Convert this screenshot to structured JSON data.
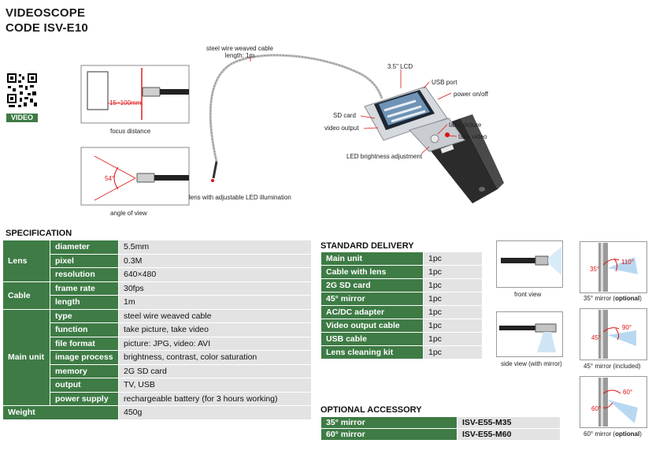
{
  "header": {
    "title_line1": "VIDEOSCOPE",
    "title_line2": "CODE ISV-E10"
  },
  "qr": {
    "badge": "VIDEO"
  },
  "diagram": {
    "cable_label": "steel wire weaved cable\nlength: 1m",
    "lcd": "3.5\" LCD",
    "usb": "USB port",
    "power": "power on/off",
    "sd": "SD card",
    "video_out": "video output",
    "take_picture": "take picture",
    "take_video": "take video",
    "led": "LED brightness adjustment",
    "lens": "lens with adjustable LED illumination",
    "focus_caption": "focus distance",
    "focus_range": "15~100mm",
    "angle_caption": "angle of view",
    "angle_value": "54°"
  },
  "specification": {
    "title": "SPECIFICATION",
    "groups": [
      {
        "name": "Lens",
        "rows": [
          {
            "label": "diameter",
            "value": "5.5mm"
          },
          {
            "label": "pixel",
            "value": "0.3M"
          },
          {
            "label": "resolution",
            "value": "640×480"
          }
        ]
      },
      {
        "name": "Cable",
        "rows": [
          {
            "label": "frame rate",
            "value": "30fps"
          },
          {
            "label": "length",
            "value": "1m"
          }
        ]
      },
      {
        "name": "Main unit",
        "rows": [
          {
            "label": "type",
            "value": "steel wire weaved cable"
          },
          {
            "label": "function",
            "value": "take picture, take video"
          },
          {
            "label": "file format",
            "value": "picture: JPG, video: AVI"
          },
          {
            "label": "image process",
            "value": "brightness, contrast, color saturation"
          },
          {
            "label": "memory",
            "value": "2G SD card"
          },
          {
            "label": "output",
            "value": "TV, USB"
          },
          {
            "label": "power supply",
            "value": "rechargeable battery (for 3 hours working)"
          }
        ]
      }
    ],
    "weight": {
      "label": "Weight",
      "value": "450g"
    }
  },
  "standard_delivery": {
    "title": "STANDARD DELIVERY",
    "rows": [
      {
        "item": "Main unit",
        "qty": "1pc"
      },
      {
        "item": "Cable with lens",
        "qty": "1pc"
      },
      {
        "item": "2G SD card",
        "qty": "1pc"
      },
      {
        "item": "45° mirror",
        "qty": "1pc"
      },
      {
        "item": "AC/DC adapter",
        "qty": "1pc"
      },
      {
        "item": "Video output cable",
        "qty": "1pc"
      },
      {
        "item": "USB cable",
        "qty": "1pc"
      },
      {
        "item": "Lens cleaning kit",
        "qty": "1pc"
      }
    ]
  },
  "optional_accessory": {
    "title": "OPTIONAL ACCESSORY",
    "rows": [
      {
        "item": "35° mirror",
        "code": "ISV-E55-M35"
      },
      {
        "item": "60° mirror",
        "code": "ISV-E55-M60"
      }
    ]
  },
  "views": {
    "front": "front  view",
    "side": "side view (with mirror)"
  },
  "mirrors": [
    {
      "a1": "35°",
      "a2": "110°",
      "caption": "35° mirror (",
      "tag": "optional",
      "end": ")"
    },
    {
      "a1": "45°",
      "a2": "90°",
      "caption": "45° mirror (included)",
      "tag": "",
      "end": ""
    },
    {
      "a1": "60°",
      "a2": "60°",
      "caption": "60° mirror (",
      "tag": "optional",
      "end": ")"
    }
  ]
}
